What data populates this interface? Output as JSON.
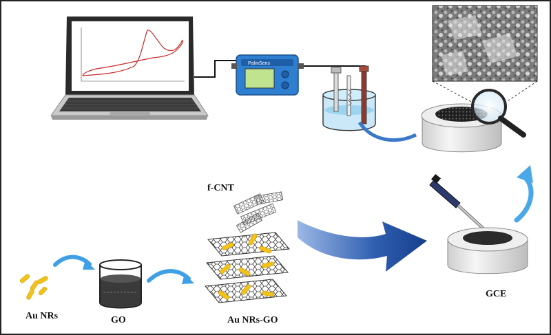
{
  "labels": {
    "au_nrs": "Au NRs",
    "go": "GO",
    "au_nrs_go": "Au NRs-GO",
    "f_cnt": "f-CNT",
    "gce": "GCE"
  },
  "potentiostat_brand": "PalmSens",
  "colors": {
    "arrow_light_blue": "#4aa8e8",
    "arrow_dark_blue": "#1e4f9a",
    "cv_curve": "#c62828",
    "gold_rods": "#f2c21b",
    "electrode_gray": "#e4e4e4",
    "potentiostat_blue": "#2f7fd0"
  },
  "icons": [
    "laptop-icon",
    "potentiostat-icon",
    "electrochemical-cell-icon",
    "magnifier-icon",
    "pipette-icon",
    "beaker-icon"
  ]
}
